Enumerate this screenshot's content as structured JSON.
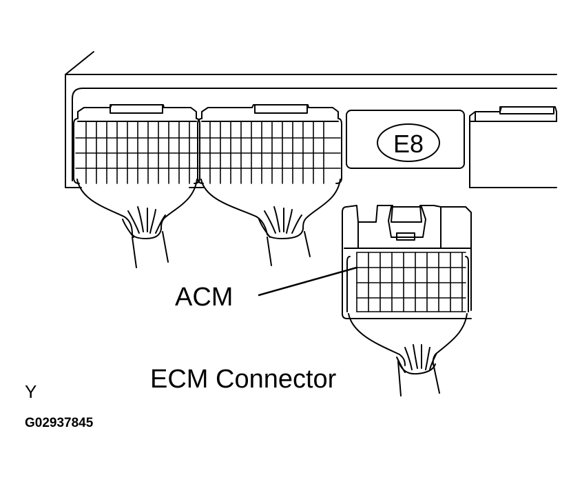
{
  "labels": {
    "callout": "ACM",
    "connector": "ECM Connector",
    "view_letter": "Y",
    "figure_code": "G02937845",
    "terminal_id": "E8"
  },
  "colors": {
    "line": "#000000",
    "background": "#ffffff"
  }
}
